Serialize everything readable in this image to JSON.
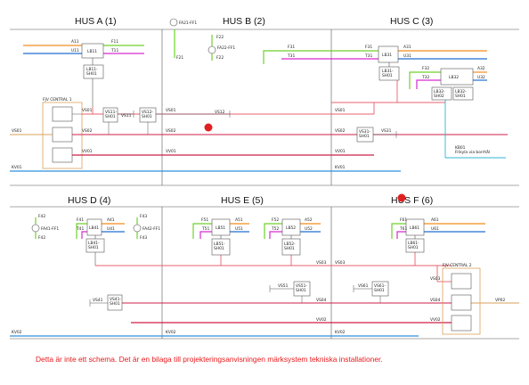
{
  "colors": {
    "frame": "#555555",
    "orange": "#f28c1f",
    "blue": "#1f6fd1",
    "green": "#6fd12a",
    "magenta": "#d62ad0",
    "red_line": "#e8606e",
    "deep_red": "#cf1f48",
    "cyan": "#2cb6d6",
    "light_blue": "#2f8fdd",
    "tan": "#d9a15a",
    "dot": "#e02020",
    "footnote": "#e8191c"
  },
  "sections": {
    "hus_a": "HUS A (1)",
    "hus_b": "HUS B (2)",
    "hus_c": "HUS C (3)",
    "hus_d": "HUS D (4)",
    "hus_e": "HUS E (5)",
    "hus_f": "HUS F (6)"
  },
  "hus_a": {
    "a11": "A11",
    "u11": "U11",
    "f11": "F11",
    "t11": "T11",
    "box_lb11": "LB11",
    "box_lb11_sh01": "LB11-\nSH01",
    "central_label": "FJV CENTRAL 1",
    "vs01_a": "VS01",
    "vs02_a": "VS02",
    "vv01_a": "VV01",
    "vs11_box": "VS11-\nSH01",
    "vs11": "VS11",
    "vs12_box": "VS12-\nSH01",
    "vs12": "VS12",
    "vs01_left": "VS01",
    "kv01_left": "KV01"
  },
  "hus_b": {
    "fa21": "FA21-FF1",
    "f21": "F21",
    "f22_top": "F22",
    "fa22": "FA22-FF1",
    "f22_bot": "F22",
    "vs01": "VS01",
    "vs02": "VS02",
    "vv01": "VV01"
  },
  "hus_c": {
    "f31": "F31",
    "t31": "T31",
    "f31b": "F31",
    "a31": "A31",
    "t31b": "T31",
    "u31": "U31",
    "lb31": "LB31",
    "lb31_sh01": "LB31-\nSH01",
    "f32": "F32",
    "t32": "T32",
    "lb32": "LB32",
    "a32": "A32",
    "u32": "U32",
    "lb32_sh02": "LB32-\nSH02",
    "lb32_sh01": "LB32-\nSH01",
    "vs01": "VS01",
    "vs02": "VS02",
    "vs31_box": "VS31-\nSH01",
    "vs31": "VS31",
    "vv01": "VV01",
    "kv01": "KV01",
    "kb01": "KB01",
    "kb01_sub": "Frikyla via borrhål"
  },
  "hus_d": {
    "f42": "F42",
    "fa41": "FA41-FF1",
    "f42b": "F42",
    "f41": "F41",
    "lb41": "LB41",
    "a41": "A41",
    "t41": "T41",
    "u41": "U41",
    "lb41_sh01": "LB41-\nSH01",
    "f43": "F43",
    "fa42": "FA42-FF1",
    "f43b": "F43",
    "vs41": "VS41",
    "vs41_box": "VS41-\nSH01",
    "kv02": "KV02"
  },
  "hus_e": {
    "f51": "F51",
    "lb51": "LB51",
    "a51": "A51",
    "t51": "T51",
    "u51": "U51",
    "lb51_sh01": "LB51-\nSH01",
    "f52": "F52",
    "lb52": "LB52",
    "a52": "A52",
    "t52": "T52",
    "u52": "U52",
    "lb52_sh01": "LB52-\nSH01",
    "vs03": "VS03",
    "vs51": "VS51",
    "vs51_box": "VS51-\nSH01",
    "vs04": "VS04",
    "vv02": "VV02",
    "kv02": "KV02"
  },
  "hus_f": {
    "f61": "F61",
    "lb61": "LB61",
    "a61": "A61",
    "t61": "T61",
    "u61": "U61",
    "lb61_sh01": "LB61-\nSH01",
    "vs03": "VS03",
    "vs61": "VS61",
    "vs61_box": "VS61-\nSH01",
    "vs04": "VS04",
    "vv02": "VV02",
    "kv02": "KV02",
    "central_label": "FJV CENTRAL 2",
    "vs03_in": "VS03",
    "vs04_in": "VS04",
    "vv02_in": "VV02",
    "vp02": "VP02"
  },
  "footnote": "Detta är inte ett schema. Det är en bilaga till projekteringsanvisningen märksystem tekniska installationer."
}
